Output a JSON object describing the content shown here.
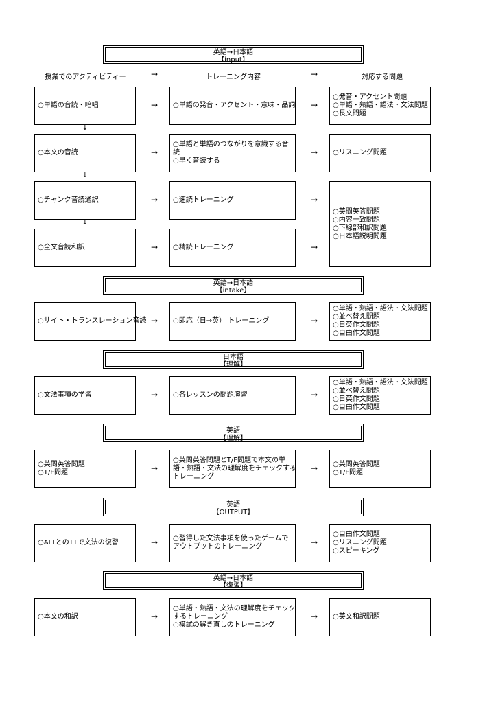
{
  "arrow": "→",
  "down_arrow": "↓",
  "columns": [
    "授業でのアクティビティー",
    "トレーニング内容",
    "対応する問題"
  ],
  "headers": [
    {
      "line1": "英語→日本語",
      "line2": "【input】"
    },
    {
      "line1": "英語→日本語",
      "line2": "【intake】"
    },
    {
      "line1": "日本語",
      "line2": "【理解】"
    },
    {
      "line1": "英語",
      "line2": "【理解】"
    },
    {
      "line1": "英語",
      "line2": "【OUTPUT】"
    },
    {
      "line1": "英語→日本語",
      "line2": "【復習】"
    }
  ],
  "rows": [
    {
      "activity": [
        "○単語の音読・暗唱"
      ],
      "training": [
        "○単語の発音・アクセント・意味・品詞"
      ]
    },
    {
      "activity": [
        "○本文の音読"
      ],
      "training": [
        "○単語と単語のつながりを意識する音",
        "読",
        "○早く音読する"
      ]
    },
    {
      "activity": [
        "○チャンク音読通訳"
      ],
      "training": [
        "○速読トレーニング"
      ]
    },
    {
      "activity": [
        "○全文音読和訳"
      ],
      "training": [
        "○精読トレーニング"
      ]
    },
    {
      "activity": [
        "○サイト・トランスレーション音読"
      ],
      "training": [
        "○即応（日→英） トレーニング"
      ]
    },
    {
      "activity": [
        "○文法事項の学習"
      ],
      "training": [
        "○各レッスンの問題演習"
      ]
    },
    {
      "activity": [
        "○英問英答問題",
        "○T/F問題"
      ],
      "training": [
        "○英問英答問題とT/F問題で本文の単",
        "語・熟語・文法の理解度をチェックする",
        "トレーニング"
      ]
    },
    {
      "activity": [
        "○ALTとのTTで文法の復習"
      ],
      "training": [
        "○習得した文法事項を使ったゲームで",
        "アウトプットのトレーニング"
      ]
    },
    {
      "activity": [
        "○本文の和訳"
      ],
      "training": [
        "○単語・熟語・文法の理解度をチェック",
        "するトレーニング",
        "○模試の解き直しのトレーニング"
      ]
    }
  ],
  "problems": [
    [
      "○発音・アクセント問題",
      "○単語・熟語・語法・文法問題",
      "○長文問題"
    ],
    [
      "○リスニング問題"
    ],
    [
      "○英問英答問題",
      "○内容一致問題",
      "○下線部和訳問題",
      "○日本語説明問題"
    ],
    [
      "○単語・熟語・語法・文法問題",
      "○並べ替え問題",
      "○日英作文問題",
      "○自由作文問題"
    ],
    [
      "○単語・熟語・語法・文法問題",
      "○並べ替え問題",
      "○日英作文問題",
      "○自由作文問題"
    ],
    [
      "○英問英答問題",
      "○T/F問題"
    ],
    [
      "○自由作文問題",
      "○リスニング問題",
      "○スピーキング"
    ],
    [
      "○英文和訳問題"
    ]
  ]
}
